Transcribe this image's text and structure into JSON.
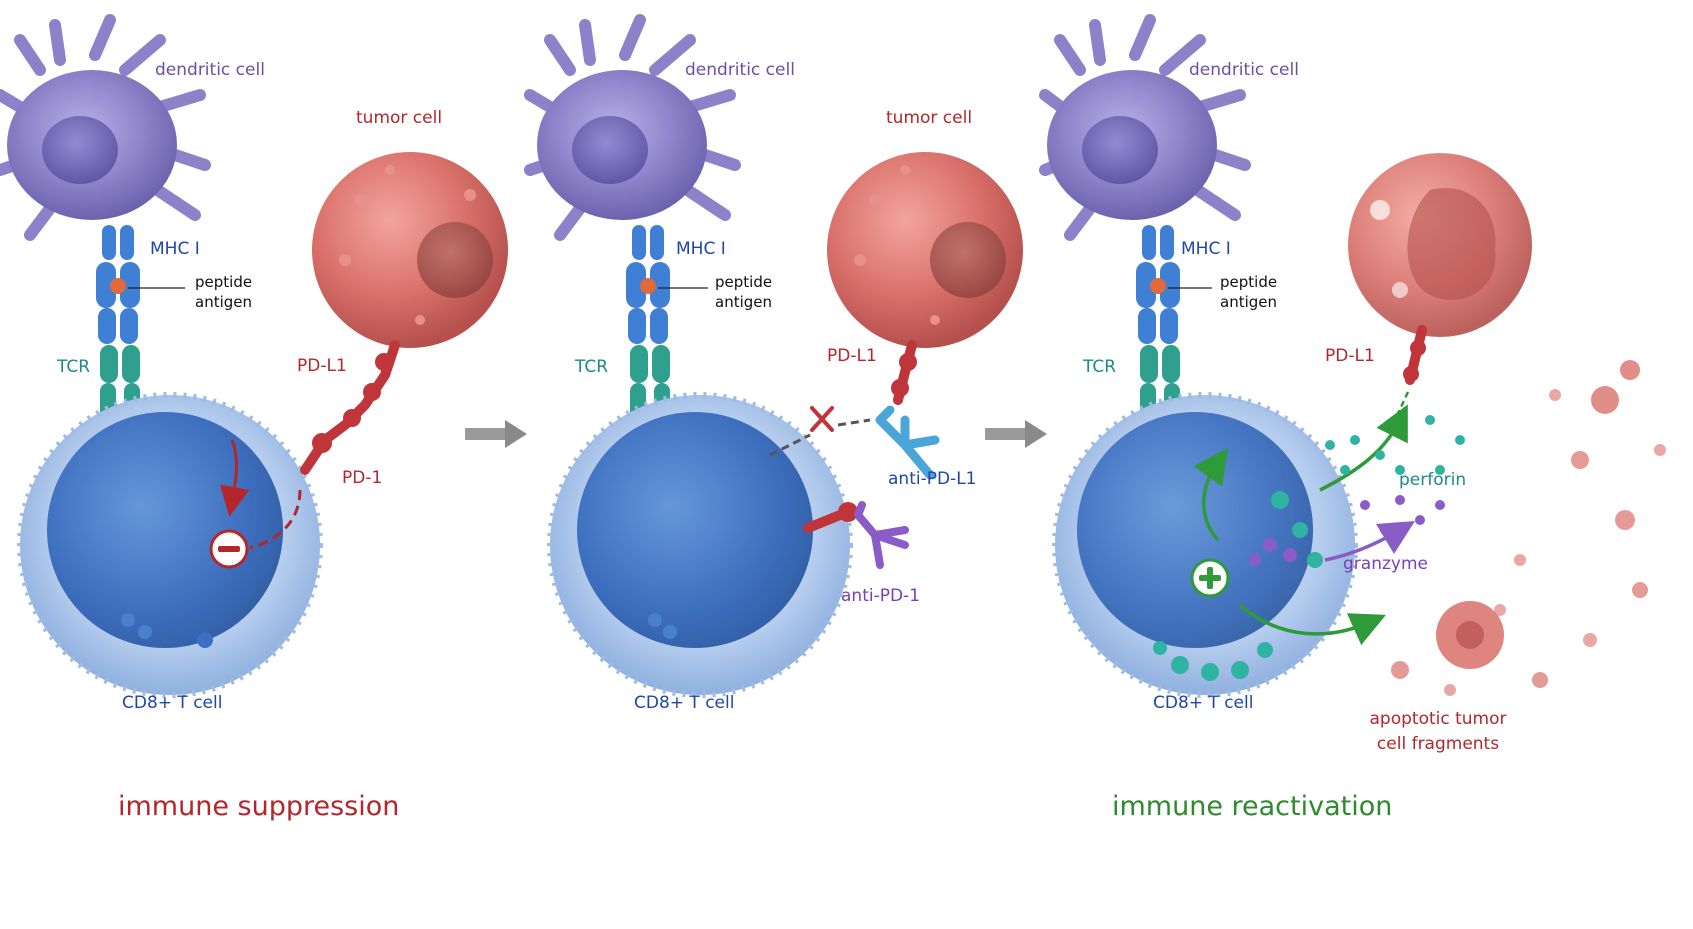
{
  "panels": [
    {
      "dendritic_label": "dendritic cell",
      "tumor_label": "tumor cell",
      "mhc_label": "MHC I",
      "peptide_label": "peptide\nantigen",
      "tcr_label": "TCR",
      "pdl1_label": "PD-L1",
      "pd1_label": "PD-1",
      "tcell_label": "CD8+ T cell"
    },
    {
      "dendritic_label": "dendritic cell",
      "tumor_label": "tumor cell",
      "mhc_label": "MHC I",
      "peptide_label": "peptide\nantigen",
      "tcr_label": "TCR",
      "pdl1_label": "PD-L1",
      "anti_pdl1_label": "anti-PD-L1",
      "anti_pd1_label": "anti-PD-1",
      "tcell_label": "CD8+ T cell"
    },
    {
      "dendritic_label": "dendritic cell",
      "mhc_label": "MHC I",
      "peptide_label": "peptide\nantigen",
      "tcr_label": "TCR",
      "pdl1_label": "PD-L1",
      "perforin_label": "perforin",
      "granzyme_label": "granzyme",
      "tcell_label": "CD8+ T cell",
      "fragments_label": "apoptotic tumor\ncell fragments"
    }
  ],
  "captions": {
    "left": "immune suppression",
    "right": "immune reactivation"
  },
  "colors": {
    "dendritic": "#8d82c9",
    "tumor": "#d9706a",
    "tcell": "#5a8fd6",
    "mhc": "#3f7fd4",
    "tcr": "#2fa08e",
    "pd": "#c0353a",
    "anti_pdl1": "#4aa6d8",
    "anti_pd1": "#8a5cc7",
    "perforin": "#2fb3a3",
    "granzyme": "#8a5cc7",
    "activation": "#2e9a3a",
    "suppression": "#b3262b",
    "caption_suppression": "#b3262b",
    "caption_reactivation": "#2e8a2e"
  },
  "icons": [
    "minus-icon",
    "plus-icon",
    "block-x-icon",
    "right-arrow-icon"
  ]
}
